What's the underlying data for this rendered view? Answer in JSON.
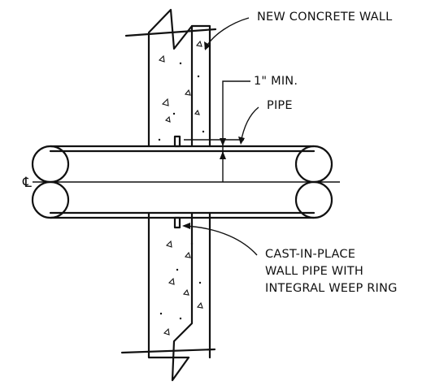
{
  "labels": {
    "wall": "NEW CONCRETE WALL",
    "clearance": "1\" MIN.",
    "pipe": "PIPE",
    "centerline": "℄",
    "wall_pipe": [
      "CAST-IN-PLACE",
      "WALL PIPE WITH",
      "INTEGRAL WEEP RING"
    ]
  },
  "colors": {
    "ink": "#111111",
    "background": "#ffffff"
  }
}
